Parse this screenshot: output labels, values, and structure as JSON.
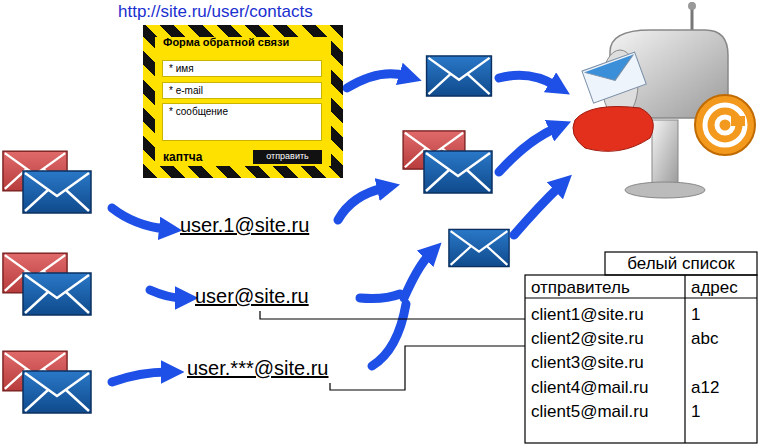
{
  "diagram": {
    "nodes": [
      {
        "text": [
          "Форма обратной связи",
          "каптча"
        ]
      },
      {
        "text": [
          "* имя"
        ],
        "in": 0
      },
      {
        "text": [
          "* e-mail"
        ],
        "in": 0
      },
      {
        "text": [
          "* сообщение"
        ],
        "in": 0
      },
      {
        "text": [
          "отправить"
        ],
        "in": 0
      }
    ],
    "labels": [
      "http://site.ru/user/contacts",
      "user.1@site.ru",
      "user@site.ru",
      "user.***@site.ru",
      "белый список",
      "отправитель",
      "адрес",
      "client1@site.ru",
      "1",
      "client2@site.ru",
      "abc",
      "client3@site.ru",
      "client4@mail.ru",
      "a12",
      "client5@mail.ru",
      "1"
    ]
  }
}
